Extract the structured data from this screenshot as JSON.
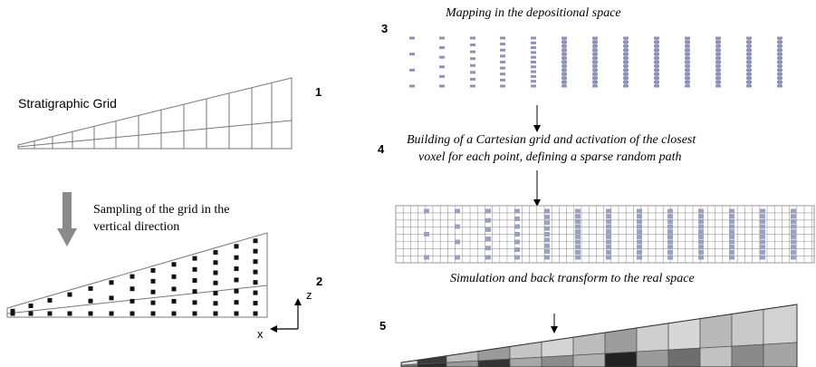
{
  "stratigraphic_grid_label": "Stratigraphic Grid",
  "sampling_caption_line1": "Sampling of the grid in the",
  "sampling_caption_line2": "vertical direction",
  "axis_z": "z",
  "axis_x": "x",
  "step_numbers": [
    "1",
    "2",
    "3",
    "4",
    "5"
  ],
  "mapping_title": "Mapping in the depositional space",
  "cartesian_caption_line1": "Building of a Cartesian grid and activation of the closest",
  "cartesian_caption_line2": "voxel for each point, defining a sparse random path",
  "simulation_caption": "Simulation and back transform to the real space",
  "colors": {
    "line": "#777777",
    "arrow_gray": "#8a8a8a",
    "cartesian_grid": "#9a9a9a",
    "active_voxel": "#9aa0bf"
  }
}
